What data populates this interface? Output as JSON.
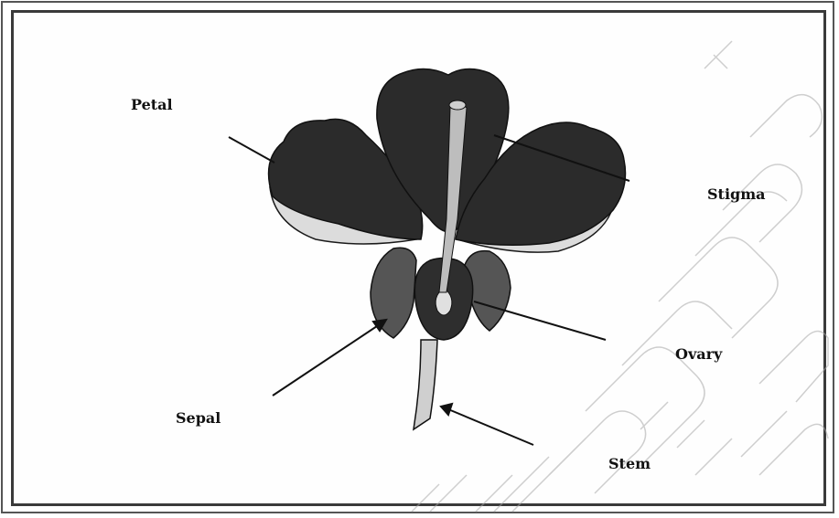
{
  "labels": {
    "petal": "Petal",
    "stigma": "Stigma",
    "ovary": "Ovary",
    "sepal": "Sepal",
    "stem": "Stem"
  },
  "colors": {
    "petal_fill": "#2b2b2b",
    "petal_underside": "#dcdcdc",
    "outline": "#1a1a1a",
    "style_fill": "#bdbdbd",
    "watermark": "#9a9a9a"
  }
}
